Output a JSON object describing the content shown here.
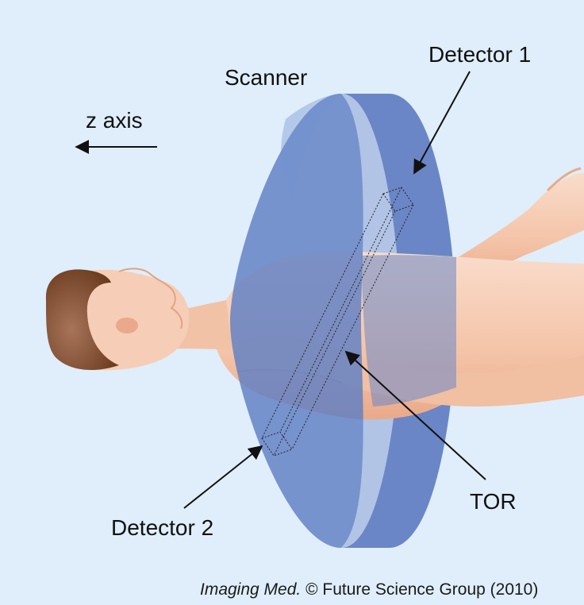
{
  "labels": {
    "scanner": "Scanner",
    "z_axis": "z axis",
    "detector_1": "Detector 1",
    "detector_2": "Detector 2",
    "tor": "TOR"
  },
  "credit": {
    "journal": "Imaging Med.",
    "rest": " © Future Science Group (2010)"
  },
  "colors": {
    "background": "#dfeefa",
    "scanner_ring": "#5f7fc4",
    "skin": "#f3c7ad",
    "hair": "#7b4a2a"
  }
}
